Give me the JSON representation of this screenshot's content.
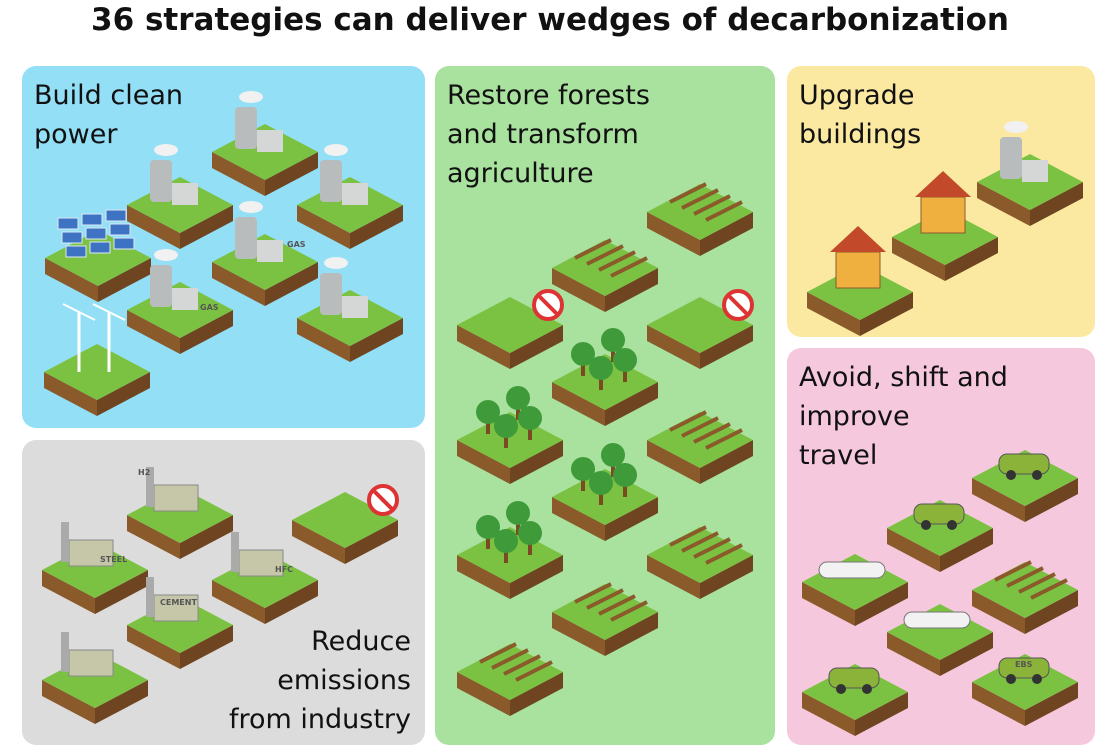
{
  "title": "36 strategies can deliver wedges of decarbonization",
  "panels": {
    "power": {
      "title_l1": "Build clean",
      "title_l2": "power",
      "color": "#92dff6"
    },
    "industry": {
      "title_l1": "Reduce",
      "title_l2": "emissions",
      "title_l3": "from industry",
      "color": "#dcdcdc"
    },
    "forest": {
      "title_l1": "Restore forests",
      "title_l2": "and transform",
      "title_l3": "agriculture",
      "color": "#a9e19e"
    },
    "buildings": {
      "title_l1": "Upgrade",
      "title_l2": "buildings",
      "color": "#fbe9a2"
    },
    "travel": {
      "title_l1": "Avoid, shift and",
      "title_l2": "improve",
      "title_l3": "travel",
      "color": "#f6c8dd"
    }
  },
  "illustration_labels": {
    "gas1": "GAS",
    "gas2": "GAS",
    "steel": "STEEL",
    "cement": "CEMENT",
    "hfc": "HFC",
    "h2": "H2",
    "ebs": "EBS"
  }
}
